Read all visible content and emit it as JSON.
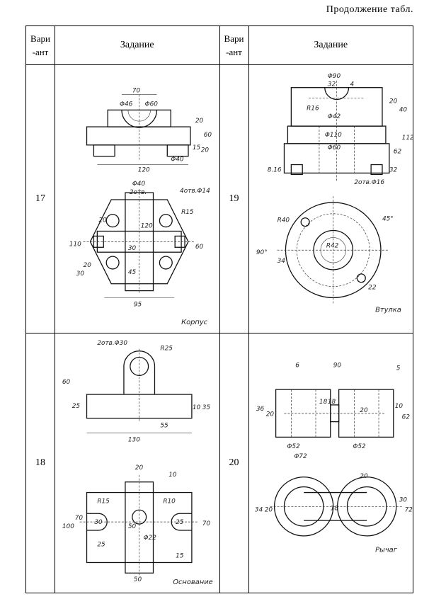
{
  "caption": "Продолжение табл.",
  "headers": {
    "variant": "Вари\n-ант",
    "task": "Задание"
  },
  "variants": [
    {
      "num": "17",
      "part_label": "Корпус",
      "dims": [
        "70",
        "Φ46",
        "Φ60",
        "20",
        "60",
        "15",
        "20",
        "Φ40",
        "120",
        "Φ40",
        "2отв.",
        "4отв.Φ14",
        "R15",
        "20",
        "110",
        "120",
        "30",
        "60",
        "20",
        "30",
        "45",
        "95"
      ]
    },
    {
      "num": "19",
      "part_label": "Втулка",
      "dims": [
        "Φ90",
        "32",
        "4",
        "R16",
        "Φ42",
        "20",
        "40",
        "Φ110",
        "Φ60",
        "62",
        "112",
        "32",
        "8.16",
        "2отв.Φ16",
        "R40",
        "45°",
        "90°",
        "34",
        "R42",
        "22"
      ]
    },
    {
      "num": "18",
      "part_label": "Основание",
      "dims": [
        "2отв.Φ30",
        "R25",
        "60",
        "25",
        "10",
        "35",
        "55",
        "130",
        "20",
        "10",
        "R15",
        "R10",
        "100",
        "70",
        "30",
        "50",
        "25",
        "70",
        "25",
        "Φ22",
        "15",
        "50"
      ]
    },
    {
      "num": "20",
      "part_label": "Рычаг",
      "dims": [
        "90",
        "6",
        "5",
        "36",
        "20",
        "18",
        "18",
        "20",
        "10",
        "62",
        "Φ52",
        "Φ52",
        "Φ72",
        "20",
        "34",
        "20",
        "18",
        "30",
        "72"
      ]
    }
  ]
}
